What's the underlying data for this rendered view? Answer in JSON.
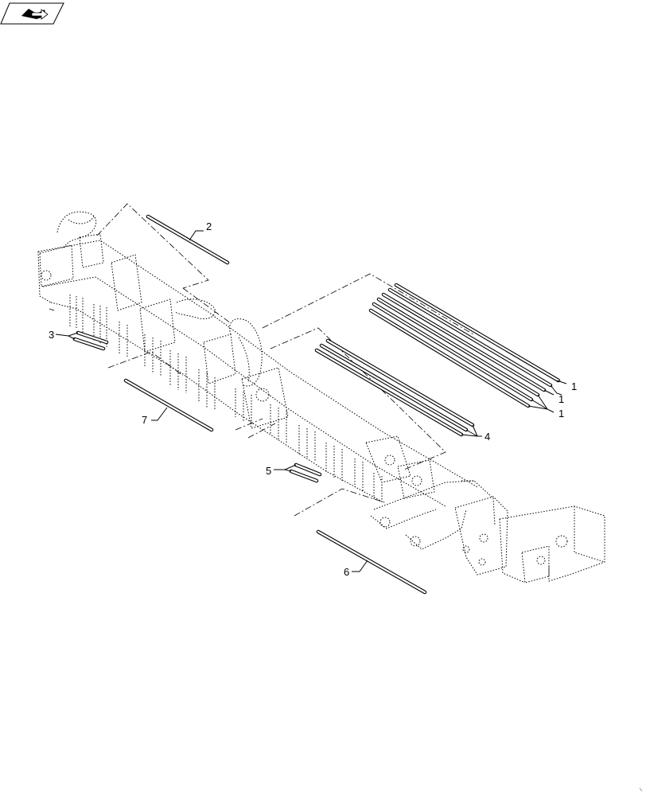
{
  "header": {
    "icon": "book-with-arrow-icon"
  },
  "callouts": {
    "c1a": "1",
    "c1b": "1",
    "c1c": "1",
    "c2": "2",
    "c3": "3",
    "c4": "4",
    "c5": "5",
    "c6": "6",
    "c7": "7"
  }
}
